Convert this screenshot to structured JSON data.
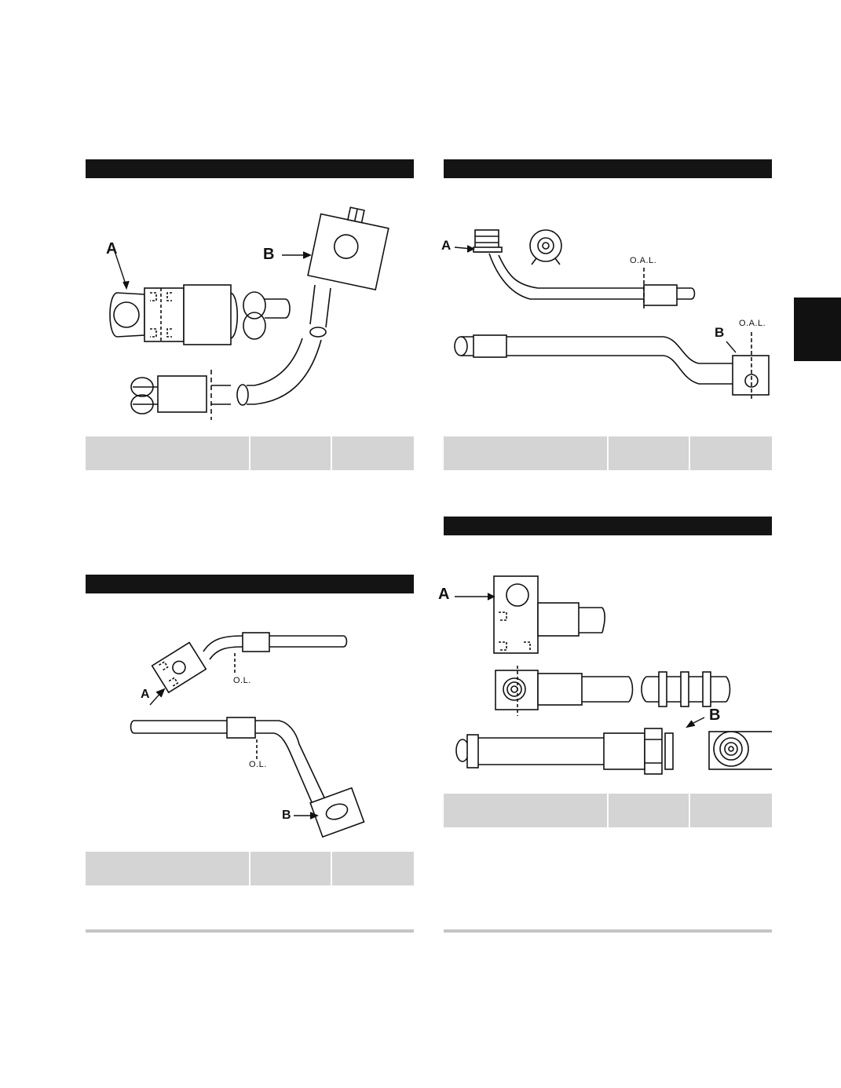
{
  "page": {
    "side_tab_color": "#111111",
    "header_bar_color": "#141414",
    "table_fill": "#d4d4d4"
  },
  "figures": [
    {
      "id": "fig-1",
      "callouts": {
        "a": "A",
        "b": "B"
      }
    },
    {
      "id": "fig-2",
      "callouts": {
        "a": "A",
        "b": "B",
        "oal_1": "O.A.L.",
        "oal_2": "O.A.L."
      }
    },
    {
      "id": "fig-3",
      "callouts": {
        "a": "A",
        "b": "B",
        "ol_1": "O.L.",
        "ol_2": "O.L."
      }
    },
    {
      "id": "fig-4",
      "callouts": {
        "a": "A",
        "b": "B"
      }
    }
  ]
}
